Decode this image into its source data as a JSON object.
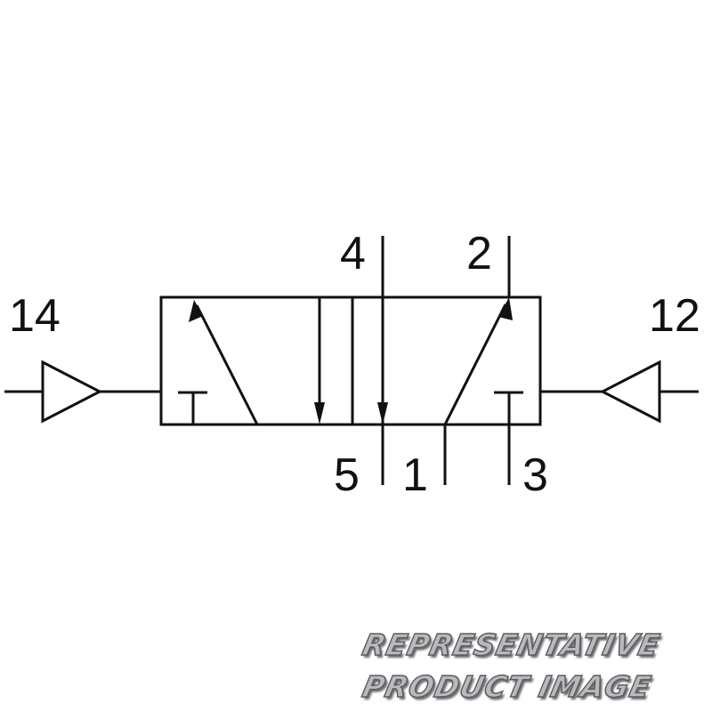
{
  "diagram": {
    "title": "5/2 way pneumatic valve, double pilot actuated",
    "ports": {
      "pilot_left": "14",
      "pilot_right": "12",
      "port_4": "4",
      "port_2": "2",
      "port_5": "5",
      "port_1": "1",
      "port_3": "3"
    },
    "stroke_color": "#111111"
  },
  "watermark": {
    "line1": "REPRESENTATIVE",
    "line2": "PRODUCT IMAGE"
  }
}
